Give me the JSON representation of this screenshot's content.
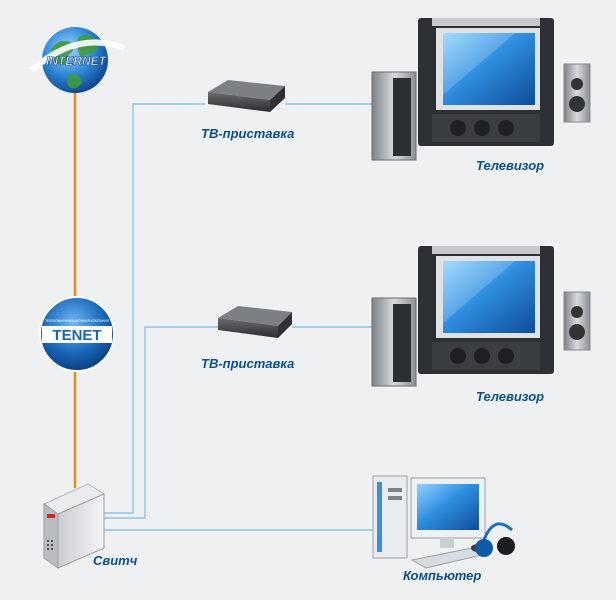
{
  "nodes": {
    "internet": {
      "label": "INTERNET"
    },
    "provider": {
      "label": "TENET",
      "tagline": "ТЕЛЕКОММУНИКАЦИОННАЯ КОМПАНИЯ"
    },
    "tv_box_1": {
      "label": "ТВ-приставка"
    },
    "tv_1": {
      "label": "Телевизор"
    },
    "tv_box_2": {
      "label": "ТВ-приставка"
    },
    "tv_2": {
      "label": "Телевизор"
    },
    "switch": {
      "label": "Свитч"
    },
    "computer": {
      "label": "Компьютер"
    }
  },
  "colors": {
    "background": "#eef0f1",
    "uplink_cable": "#e88a1a",
    "lan_cable": "#8ec6e8",
    "label_text": "#0a4f8c"
  }
}
